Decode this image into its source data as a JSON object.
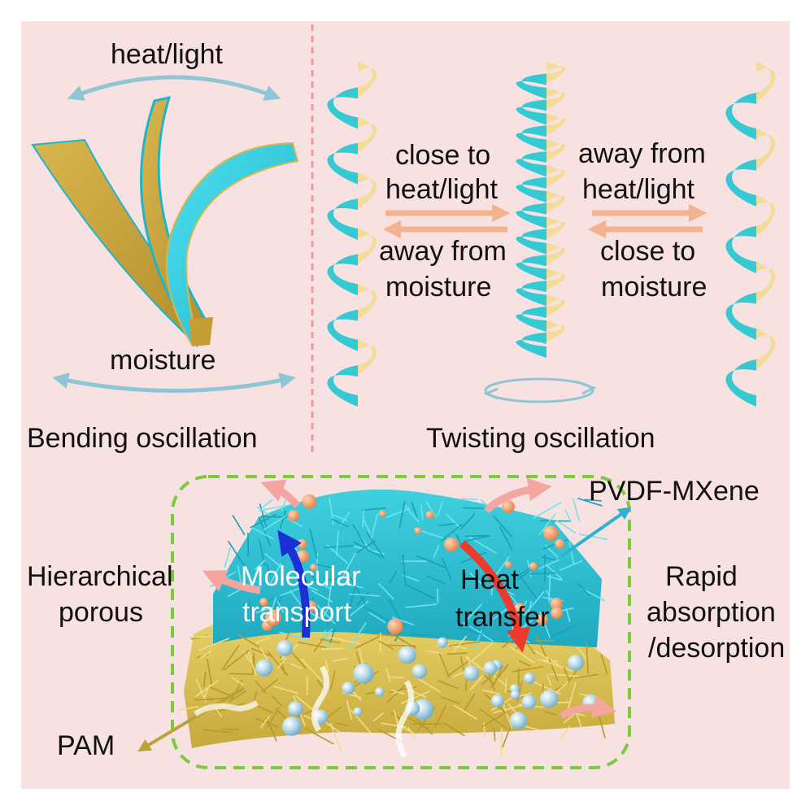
{
  "top_left": {
    "heat_label": "heat/light",
    "moisture_label": "moisture",
    "caption": "Bending oscillation"
  },
  "top_right": {
    "left_upper_line1": "close to",
    "left_upper_line2": "heat/light",
    "left_lower_line1": "away from",
    "left_lower_line2": "moisture",
    "right_upper_line1": "away from",
    "right_upper_line2": "heat/light",
    "right_lower_line1": "close to",
    "right_lower_line2": "moisture",
    "caption": "Twisting oscillation"
  },
  "bottom": {
    "pvdf_label": "PVDF-MXene",
    "hierarchical_line1": "Hierarchical",
    "hierarchical_line2": "porous",
    "molecular_line1": "Molecular",
    "molecular_line2": "transport",
    "heat_line1": "Heat",
    "heat_line2": "transfer",
    "rapid_line1": "Rapid",
    "rapid_line2": "absorption",
    "rapid_line3": "/desorption",
    "pam_label": "PAM"
  },
  "colors": {
    "background": "#f8e1e1",
    "cyan": "#34c9d3",
    "gold": "#d9bf4e",
    "gold_light": "#f3dc9a",
    "peach_arrow": "#f2b38f",
    "dashed_green": "#7ccb3d",
    "dashed_red": "#f19a9a"
  }
}
